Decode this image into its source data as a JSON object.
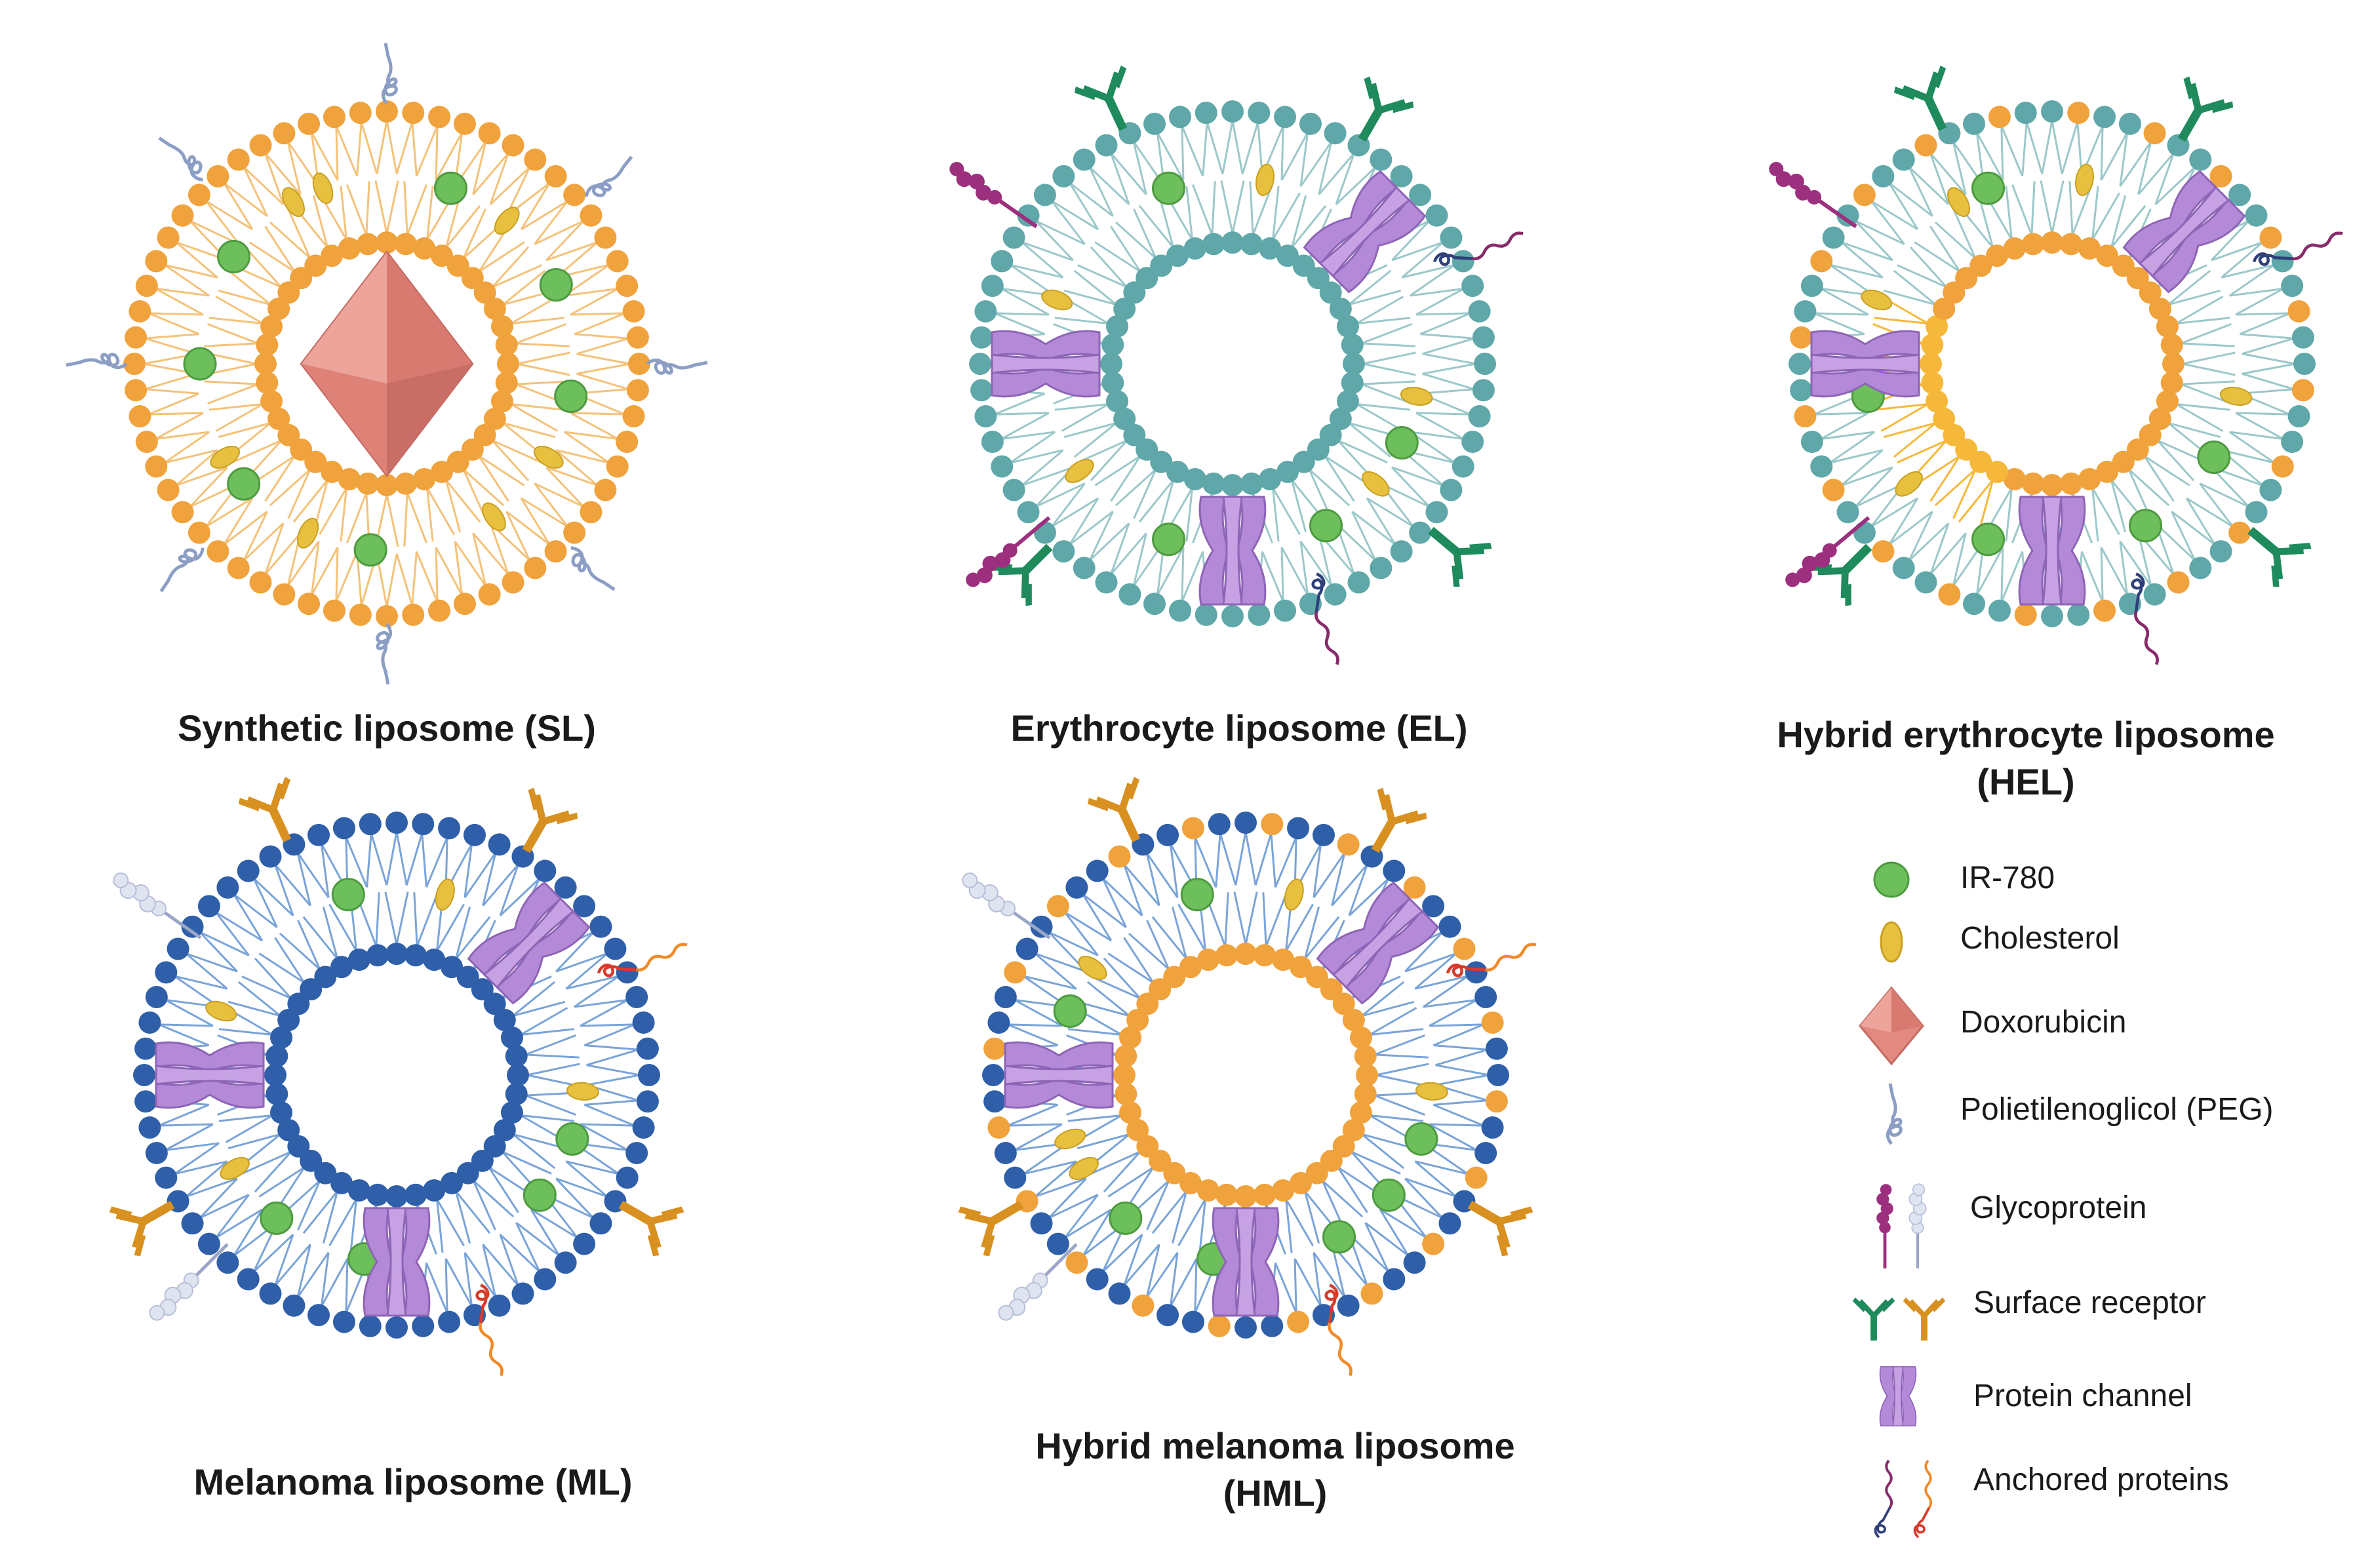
{
  "captions": {
    "sl": "Synthetic liposome (SL)",
    "el": "Erythrocyte liposome (EL)",
    "hel_line1": "Hybrid erythrocyte liposome",
    "hel_line2": "(HEL)",
    "ml": "Melanoma liposome (ML)",
    "hml_line1": "Hybrid melanoma liposome",
    "hml_line2": "(HML)"
  },
  "legend": {
    "ir780": "IR-780",
    "cholesterol": "Cholesterol",
    "doxorubicin": "Doxorubicin",
    "peg": "Polietilenoglicol (PEG)",
    "glycoprotein": "Glycoprotein",
    "surface_receptor": "Surface receptor",
    "protein_channel": "Protein channel",
    "anchored_proteins": "Anchored proteins"
  },
  "colors": {
    "synthetic_lipid": "#f0a23c",
    "erythrocyte_lipid": "#5fa7a8",
    "melanoma_lipid": "#2f5fa8",
    "hybrid_inner_lipid": "#f5b83a",
    "ir780": "#6cbf5a",
    "cholesterol": "#e8c040",
    "doxorubicin": "#e28a80",
    "peg": "#8c9ec4",
    "glycoprotein_magenta": "#9c2f7e",
    "glycoprotein_light": "#d6dcec",
    "receptor_green": "#1f8a5c",
    "receptor_orange": "#d89020",
    "channel": "#b48ad8",
    "anchored_navy": "#2f3f7a",
    "anchored_red": "#d83a2a"
  }
}
